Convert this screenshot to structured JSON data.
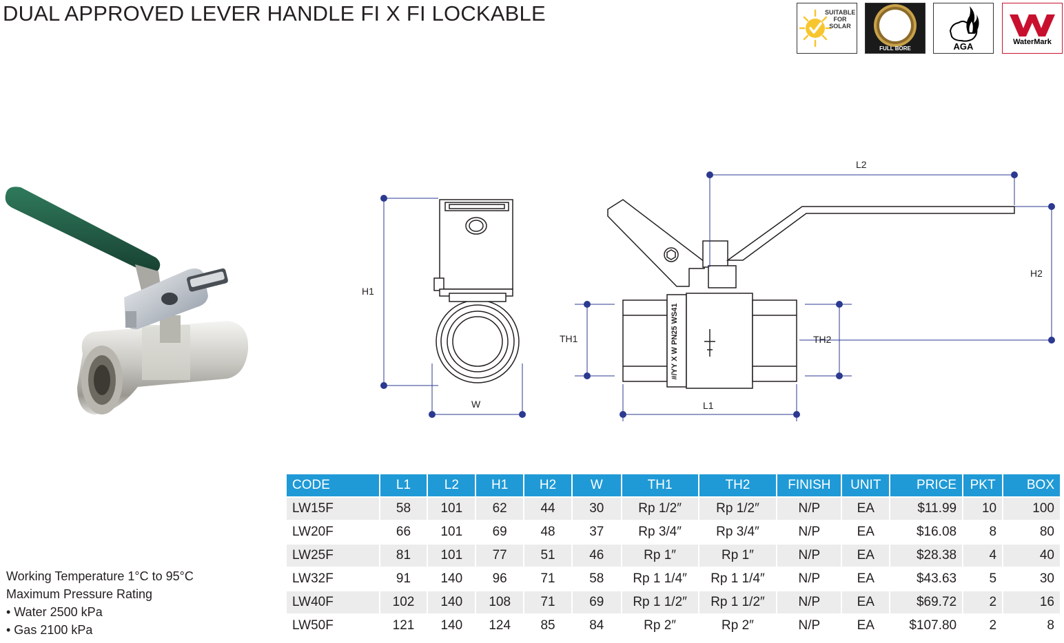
{
  "title": "DUAL APPROVED LEVER HANDLE FI X FI LOCKABLE",
  "badges": {
    "solar": "SUITABLE FOR SOLAR",
    "full_bore": "FULL BORE",
    "aga": "AGA",
    "watermark": "WaterMark"
  },
  "diagram_labels": {
    "h1": "H1",
    "w": "W",
    "l2": "L2",
    "h2": "H2",
    "th1": "TH1",
    "th2": "TH2",
    "l1": "L1",
    "body_marking": "#/YY X W PN25 WS41"
  },
  "specs": {
    "line1": "Working Temperature  1°C to 95°C",
    "line2": "Maximum Pressure Rating",
    "line3": "• Water 2500 kPa",
    "line4": "• Gas 2100 kPa"
  },
  "table": {
    "headers": [
      "CODE",
      "L1",
      "L2",
      "H1",
      "H2",
      "W",
      "TH1",
      "TH2",
      "FINISH",
      "UNIT",
      "PRICE",
      "PKT",
      "BOX"
    ],
    "rows": [
      [
        "LW15F",
        "58",
        "101",
        "62",
        "44",
        "30",
        "Rp 1/2″",
        "Rp 1/2″",
        "N/P",
        "EA",
        "$11.99",
        "10",
        "100"
      ],
      [
        "LW20F",
        "66",
        "101",
        "69",
        "48",
        "37",
        "Rp 3/4″",
        "Rp 3/4″",
        "N/P",
        "EA",
        "$16.08",
        "8",
        "80"
      ],
      [
        "LW25F",
        "81",
        "101",
        "77",
        "51",
        "46",
        "Rp 1″",
        "Rp 1″",
        "N/P",
        "EA",
        "$28.38",
        "4",
        "40"
      ],
      [
        "LW32F",
        "91",
        "140",
        "96",
        "71",
        "58",
        "Rp 1 1/4″",
        "Rp 1 1/4″",
        "N/P",
        "EA",
        "$43.63",
        "5",
        "30"
      ],
      [
        "LW40F",
        "102",
        "140",
        "108",
        "71",
        "69",
        "Rp 1 1/2″",
        "Rp 1 1/2″",
        "N/P",
        "EA",
        "$69.72",
        "2",
        "16"
      ],
      [
        "LW50F",
        "121",
        "140",
        "124",
        "85",
        "84",
        "Rp 2″",
        "Rp 2″",
        "N/P",
        "EA",
        "$107.80",
        "2",
        "8"
      ]
    ]
  },
  "colors": {
    "header_bg": "#1f9ad6",
    "row_alt": "#ececed",
    "dimension_blue": "#2b3990",
    "handle_green": "#1f5c45",
    "watermark_red": "#c8102e",
    "solar_yellow": "#f7c62f"
  }
}
